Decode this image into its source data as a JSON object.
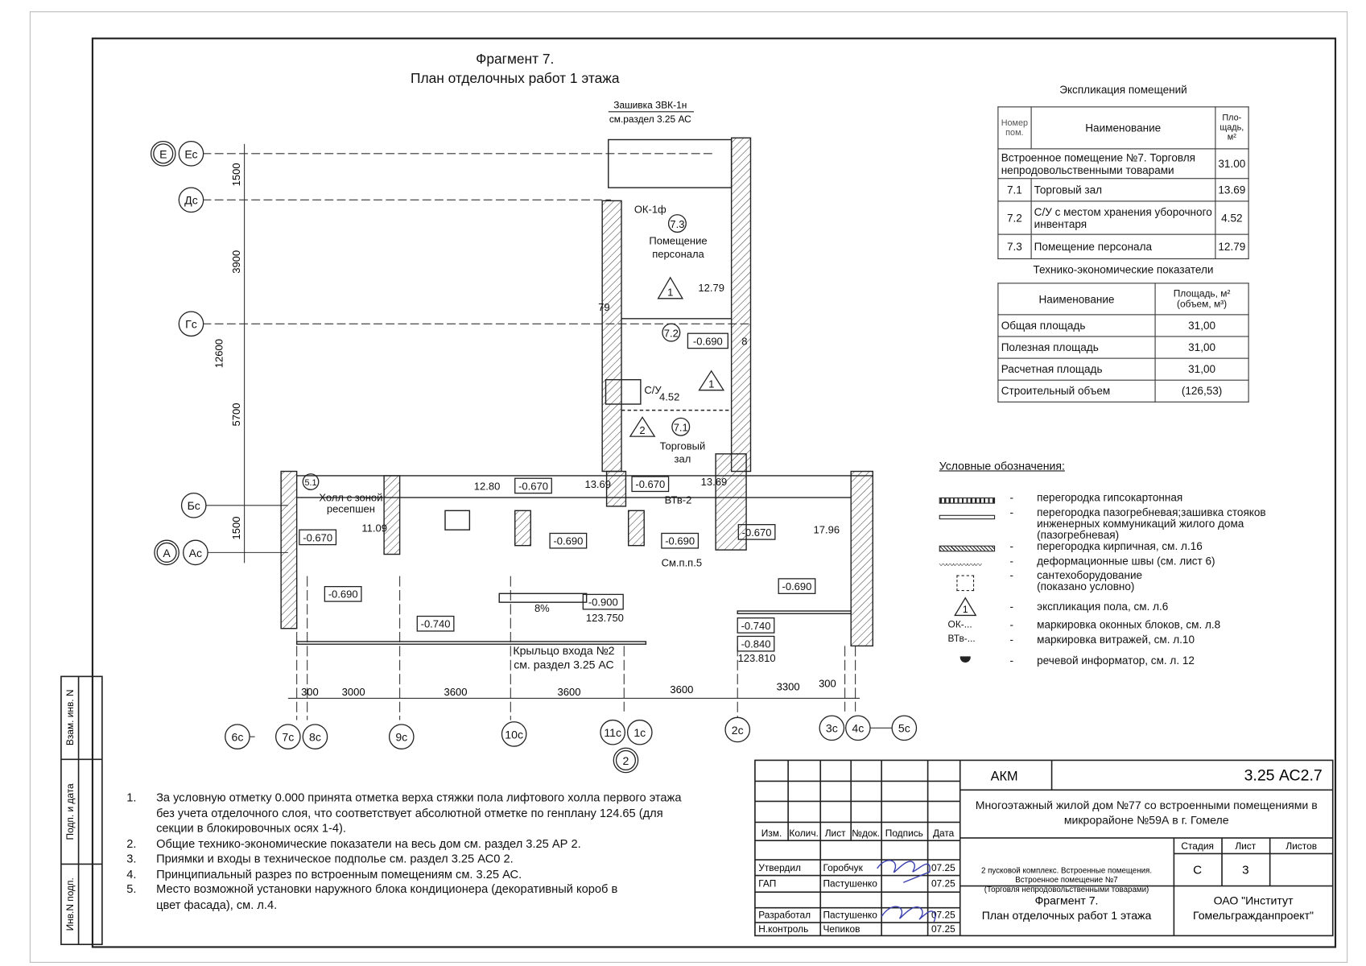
{
  "title": {
    "line1": "Фрагмент 7.",
    "line2": "План отделочных работ 1 этажа"
  },
  "explication": {
    "title": "Экспликация помещений",
    "headers": {
      "num": "Номер пом.",
      "name": "Наименование",
      "area": "Пло-щадь, м²"
    },
    "group": {
      "name": "Встроенное помещение №7. Торговля непродовольственными товарами",
      "area": "31.00"
    },
    "rows": [
      {
        "num": "7.1",
        "name": "Торговый зал",
        "area": "13.69"
      },
      {
        "num": "7.2",
        "name": "С/У с местом хранения уборочного инвентаря",
        "area": "4.52"
      },
      {
        "num": "7.3",
        "name": "Помещение персонала",
        "area": "12.79"
      }
    ]
  },
  "tep": {
    "title": "Технико-экономические показатели",
    "headers": {
      "name": "Наименование",
      "value": "Площадь, м² (объем, м³)"
    },
    "rows": [
      {
        "name": "Общая площадь",
        "value": "31,00"
      },
      {
        "name": "Полезная площадь",
        "value": "31,00"
      },
      {
        "name": "Расчетная площадь",
        "value": "31,00"
      },
      {
        "name": "Строительный объем",
        "value": "(126,53)"
      }
    ]
  },
  "legend": {
    "title": "Условные обозначения:",
    "dash": "-",
    "items": [
      "перегородка гипсокартонная",
      "перегородка пазогребневая;зашивка стояков инженерных коммуникаций жилого дома (пазогребневая)",
      "перегородка кирпичная, см. л.16",
      "деформационные швы (см. лист 6)",
      "сантехоборудование (показано условно)",
      "экспликация пола, см. л.6",
      "маркировка оконных блоков, см. л.8",
      "маркировка витражей, см. л.10",
      "речевой информатор, см. л. 12"
    ],
    "marker_triangle": "1",
    "marker_ok": "ОК-...",
    "marker_btv": "ВТв-..."
  },
  "notes": [
    {
      "num": "1.",
      "text": "За условную отметку 0.000 принята отметка верха стяжки пола лифтового холла первого этажа без учета отделочного слоя, что соответствует абсолютной отметке по генплану 124.65 (для секции в блокировочных осях 1-4)."
    },
    {
      "num": "2.",
      "text": "Общие технико-экономические показатели на весь дом см. раздел 3.25 АР 2."
    },
    {
      "num": "3.",
      "text": "Приямки и входы в техническое подполье см. раздел 3.25 АС0 2."
    },
    {
      "num": "4.",
      "text": "Принципиальный разрез по встроенным помещениям см. 3.25 АС."
    },
    {
      "num": "5.",
      "text": "Место возможной установки наружного блока кондиционера (декоративный короб в цвет фасада), см. л.4."
    }
  ],
  "side_stamp": {
    "replace": "Взам. инв. N",
    "sign": "Подп. и дата",
    "inv": "Инв.N подп."
  },
  "plan": {
    "axes_rows": [
      "Е",
      "Ес",
      "Дс",
      "Гс",
      "Бс",
      "А",
      "Ас"
    ],
    "axes_cols": [
      "6с",
      "7с",
      "8с",
      "9с",
      "10с",
      "11с",
      "1с",
      "2с",
      "3с",
      "4с",
      "5с",
      "2"
    ],
    "dims_v": [
      "1500",
      "3900",
      "5700",
      "1500",
      "12600"
    ],
    "dims_h": [
      "300",
      "3000",
      "3600",
      "3600",
      "3600",
      "3300",
      "300"
    ],
    "note_top": [
      "Зашивка ЗВК-1н",
      "см.раздел 3.25 АС"
    ],
    "labels": {
      "ok": "ОК-1ф",
      "r73": "7.3",
      "r73_name1": "Помещение",
      "r73_name2": "персонала",
      "r73_area": "12.79",
      "tri1": "1",
      "n79": "79",
      "r72": "7.2",
      "el_690a": "-0.690",
      "n8": "8",
      "tri1b": "1",
      "su": "С/У",
      "r72_area": "4.52",
      "tri2": "2",
      "r71": "7.1",
      "r71_name1": "Торговый",
      "r71_name2": "зал",
      "el_670a": "-0.670",
      "r71_area": "13.69",
      "btv": "ВТв-2",
      "el_690b": "-0.690",
      "see5": "См.п.п.5",
      "r51": "5.1",
      "hall1": "Холл с зоной",
      "hall2": "ресепшен",
      "a1280": "12.80",
      "el_670b": "-0.670",
      "a1369": "13.69",
      "el_670c": "-0.670",
      "a1109": "11.09",
      "el_690c": "-0.690",
      "el_690d": "-0.690",
      "slope": "8%",
      "el_900": "-0.900",
      "abs1": "123.750",
      "el_740a": "-0.740",
      "porch1": "Крыльцо входа №2",
      "porch2": "см. раздел 3.25 АС",
      "el_670d": "-0.670",
      "a1796": "17.96",
      "el_690e": "-0.690",
      "el_740b": "-0.740",
      "el_840": "-0.840",
      "abs2": "123.810"
    }
  },
  "title_block": {
    "code_left": "АКМ",
    "code": "3.25 АС2.7",
    "project": "Многоэтажный жилой дом №77 со встроенными помещениями в микрорайоне №59А в г. Гомеле",
    "cols": [
      "Изм.",
      "Колич.",
      "Лист",
      "№док.",
      "Подпись",
      "Дата"
    ],
    "people": [
      {
        "role": "Утвердил",
        "name": "Горобчук",
        "date": "07.25"
      },
      {
        "role": "ГАП",
        "name": "Пастушенко",
        "date": "07.25"
      },
      {
        "role": "Разработал",
        "name": "Пастушенко",
        "date": "07.25"
      },
      {
        "role": "Н.контроль",
        "name": "Чепиков",
        "date": "07.25"
      }
    ],
    "description": [
      "2 пусковой комплекс. Встроенные помещения.",
      "Встроенное помещение №7",
      "(Торговля непродовольственными товарами)"
    ],
    "stage_label": "Стадия",
    "sheet_label": "Лист",
    "sheets_label": "Листов",
    "stage": "С",
    "sheet": "3",
    "sheet_title": [
      "Фрагмент 7.",
      "План отделочных работ 1 этажа"
    ],
    "org": [
      "ОАО \"Институт",
      "Гомельгражданпроект\""
    ],
    "signature_color": "#3a3fae"
  }
}
